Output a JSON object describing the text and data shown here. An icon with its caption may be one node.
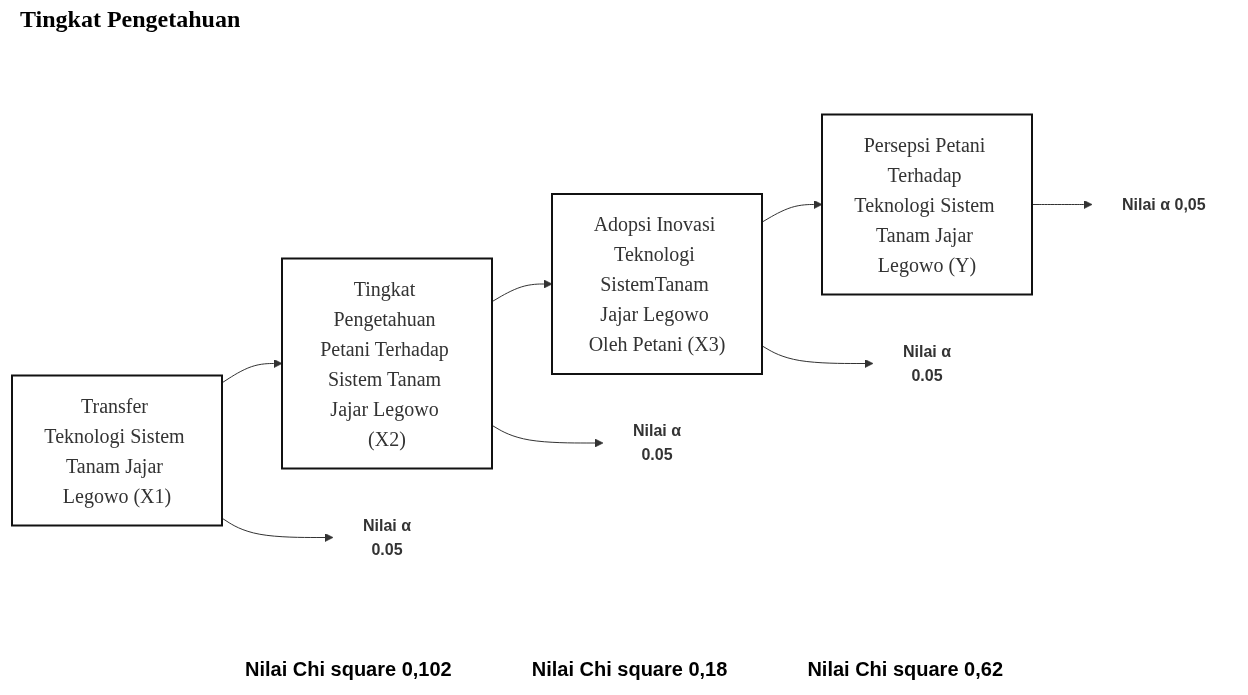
{
  "diagram": {
    "title": "Tingkat Pengetahuan",
    "nodes": [
      {
        "text": [
          "Transfer Teknologi Sistem Tanam Jajar Legowo (X1)"
        ]
      },
      {
        "text": [
          "Tingkat Pengetahuan Petani Terhadap Sistem Tanam Jajar Legowo (X2)"
        ]
      },
      {
        "text": [
          "Adopsi Inovasi Teknologi SistemTanam Jajar Legowo Oleh Petani (X3)"
        ]
      },
      {
        "text": [
          "Persepsi Petani Terhadap Teknologi Sistem Tanam Jajar Legowo (Y)"
        ]
      },
      {
        "text": [
          "Nilai α",
          "0.05"
        ]
      },
      {
        "text": [
          "Nilai α",
          "0.05"
        ]
      },
      {
        "text": [
          "Nilai α",
          "0.05"
        ]
      },
      {
        "text": [
          "Nilai α 0,05"
        ]
      }
    ],
    "edges": [
      {
        "from": 0,
        "to": 1,
        "arrow": "to"
      },
      {
        "from": 1,
        "to": 2,
        "arrow": "to"
      },
      {
        "from": 2,
        "to": 3,
        "arrow": "to"
      },
      {
        "from": 0,
        "to": 4,
        "arrow": "to"
      },
      {
        "from": 1,
        "to": 5,
        "arrow": "to"
      },
      {
        "from": 2,
        "to": 6,
        "arrow": "to"
      },
      {
        "from": 3,
        "to": 7,
        "arrow": "to"
      }
    ],
    "labels": [
      "Nilai Chi square 0,102",
      "Nilai Chi square 0,18",
      "Nilai Chi square 0,62"
    ]
  }
}
